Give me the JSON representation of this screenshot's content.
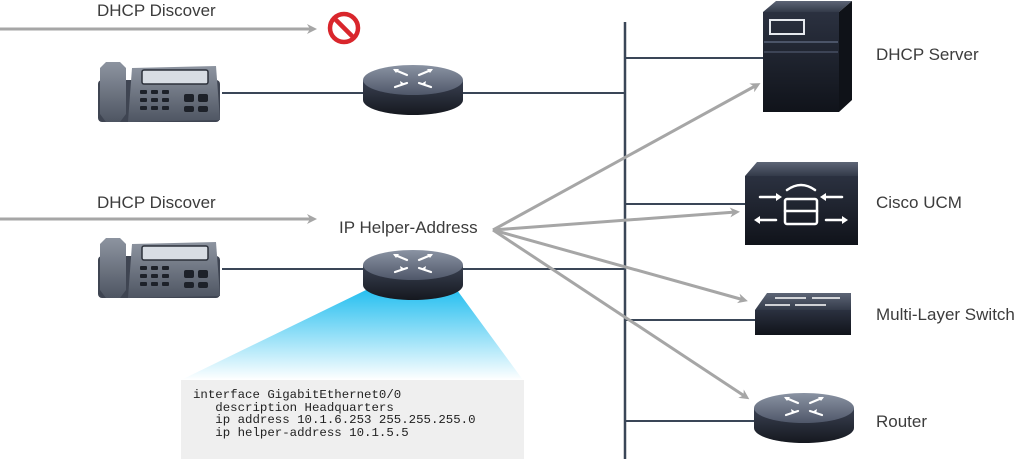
{
  "labels": {
    "dhcp_discover_top": "DHCP Discover",
    "dhcp_discover_bottom": "DHCP Discover",
    "ip_helper": "IP Helper-Address",
    "dhcp_server": "DHCP Server",
    "cisco_ucm": "Cisco UCM",
    "multilayer_switch": "Multi-Layer Switch",
    "router": "Router"
  },
  "config": {
    "line1": "interface GigabitEthernet0/0",
    "line2": "   description Headquarters",
    "line3": "   ip address 10.1.6.253 255.255.255.0",
    "line4": "   ip helper-address 10.1.5.5"
  },
  "icons": [
    "ip-phone-icon",
    "router-icon",
    "server-icon",
    "call-manager-icon",
    "multilayer-switch-icon",
    "blocked-icon"
  ],
  "colors": {
    "arrow": "#a6a6a6",
    "line": "#3a4657",
    "device": "#1e2330",
    "glow": "#29c5f0",
    "blocked": "#d9262c"
  }
}
